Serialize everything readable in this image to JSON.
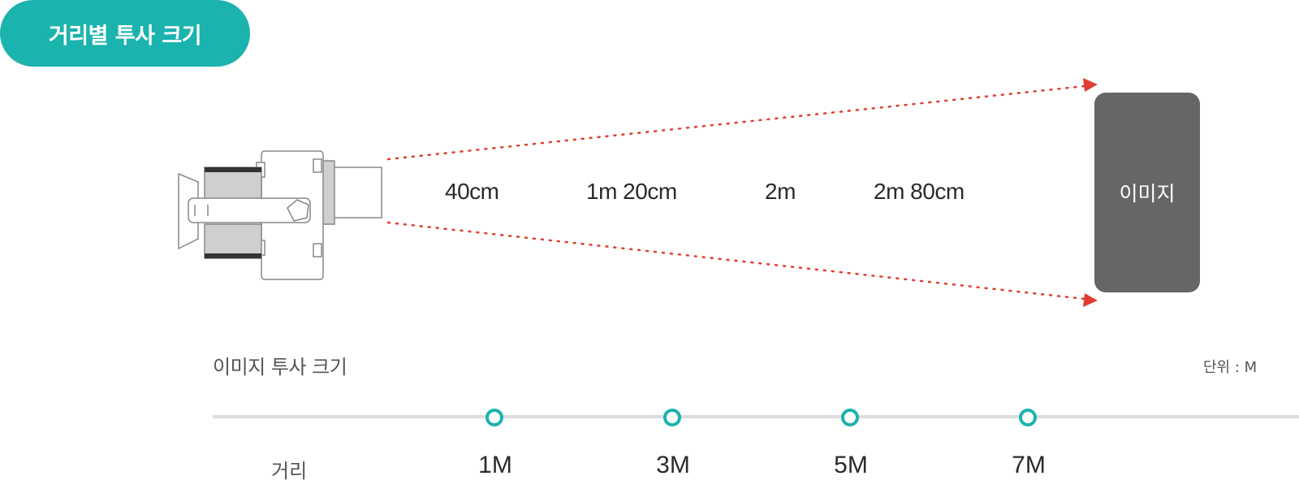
{
  "header": {
    "title": "거리별 투사 크기"
  },
  "projection": {
    "sizes": [
      "40cm",
      "1m 20cm",
      "2m",
      "2m 80cm"
    ],
    "image_label": "이미지",
    "beam_color": "#e03c31"
  },
  "scale": {
    "title": "이미지 투사 크기",
    "unit": "단위 : M",
    "row_label": "거리",
    "distances": [
      "1M",
      "3M",
      "5M",
      "7M"
    ],
    "accent_color": "#1bb3ad"
  }
}
